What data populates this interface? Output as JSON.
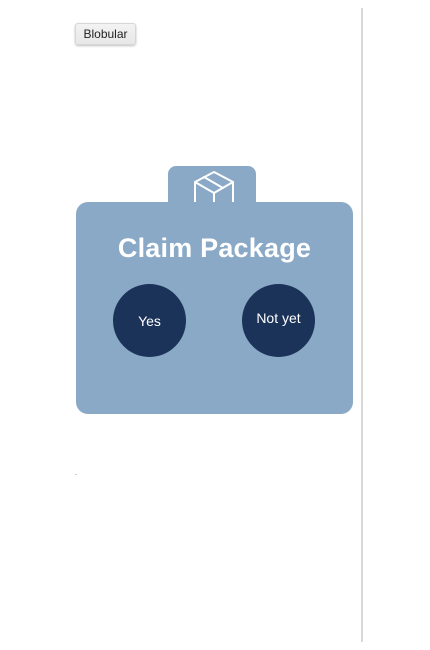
{
  "toolbar": {
    "tag_label": "Blobular"
  },
  "dialog": {
    "icon": "package-box-icon",
    "title": "Claim Package",
    "yes_label": "Yes",
    "no_label": "Not yet"
  },
  "colors": {
    "card_background": "#8aa9c7",
    "button_background": "#1b3259",
    "text_light": "#ffffff",
    "divider": "#d9d9d9"
  }
}
